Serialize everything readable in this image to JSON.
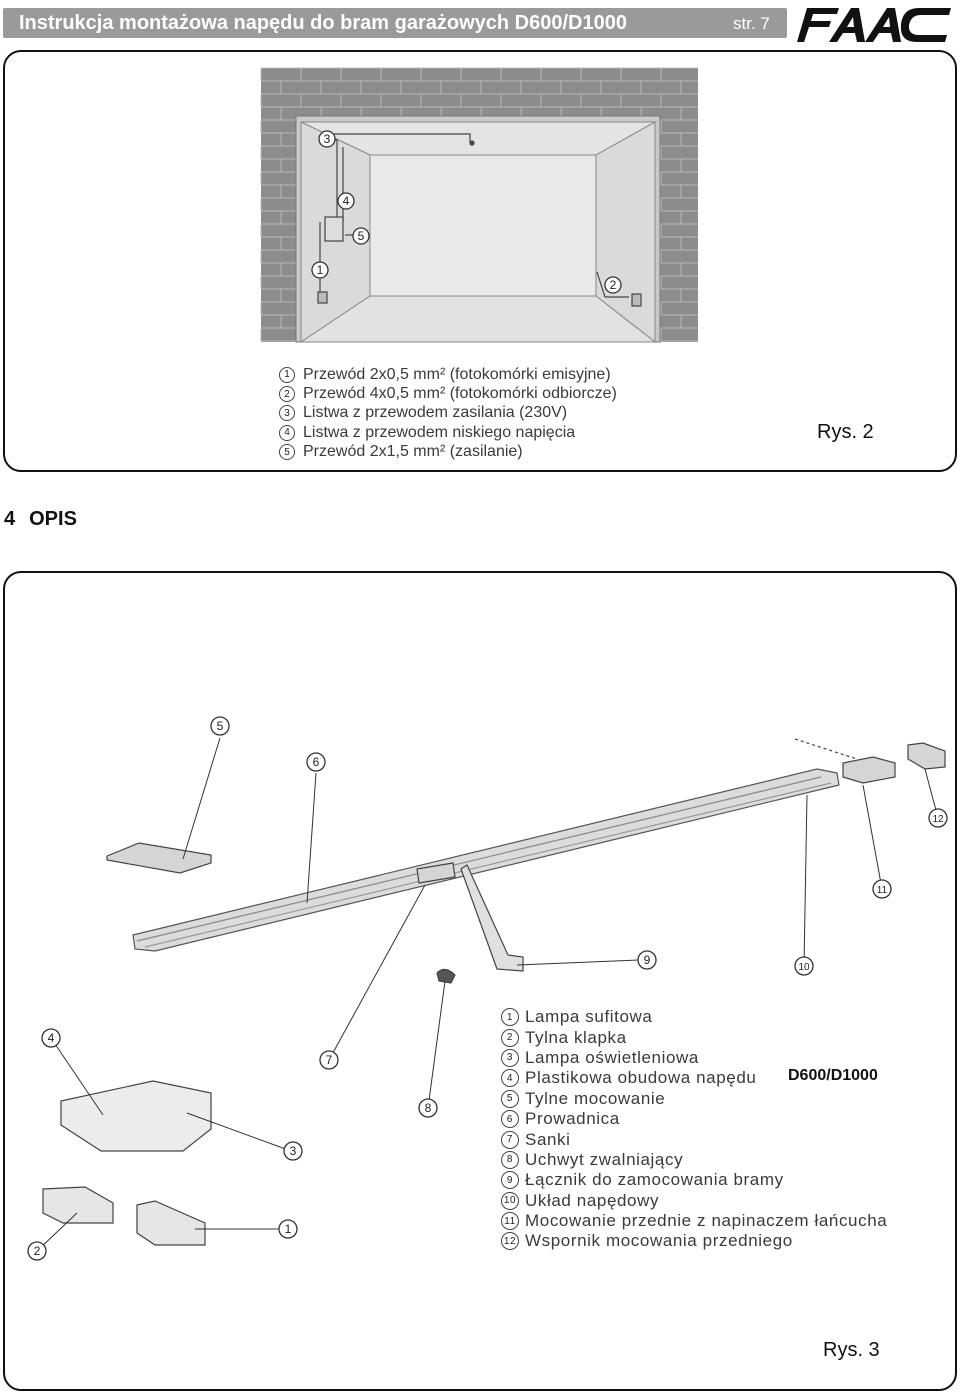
{
  "header": {
    "title": "Instrukcja montażowa napędu do bram garażowych D600/D1000",
    "page": "str. 7",
    "logo_text": "FAAC"
  },
  "figure2": {
    "caption": "Rys. 2",
    "legend": [
      {
        "num": "1",
        "text": "Przewód 2x0,5 mm² (fotokomórki emisyjne)"
      },
      {
        "num": "2",
        "text": "Przewód 4x0,5 mm² (fotokomórki odbiorcze)"
      },
      {
        "num": "3",
        "text": "Listwa z przewodem zasilania (230V)"
      },
      {
        "num": "4",
        "text": "Listwa z przewodem niskiego napięcia"
      },
      {
        "num": "5",
        "text": "Przewód 2x1,5 mm² (zasilanie)"
      }
    ],
    "callouts": [
      "3",
      "4",
      "5",
      "1",
      "2"
    ]
  },
  "section": {
    "number": "4",
    "title": "OPIS"
  },
  "figure3": {
    "caption": "Rys. 3",
    "model": "D600/D1000",
    "legend": [
      {
        "num": "1",
        "text": "Lampa sufitowa"
      },
      {
        "num": "2",
        "text": "Tylna klapka"
      },
      {
        "num": "3",
        "text": "Lampa oświetleniowa"
      },
      {
        "num": "4",
        "text": "Plastikowa obudowa napędu"
      },
      {
        "num": "5",
        "text": "Tylne mocowanie"
      },
      {
        "num": "6",
        "text": "Prowadnica"
      },
      {
        "num": "7",
        "text": "Sanki"
      },
      {
        "num": "8",
        "text": "Uchwyt zwalniający"
      },
      {
        "num": "9",
        "text": "Łącznik do zamocowania bramy"
      },
      {
        "num": "10",
        "text": "Układ napędowy"
      },
      {
        "num": "11",
        "text": "Mocowanie przednie z napinaczem łańcucha"
      },
      {
        "num": "12",
        "text": "Wspornik mocowania przedniego"
      }
    ],
    "callouts": [
      "5",
      "6",
      "12",
      "11",
      "9",
      "10",
      "4",
      "7",
      "3",
      "8",
      "1",
      "2"
    ]
  },
  "colors": {
    "header_bg": "#9a9a9a",
    "header_text": "#ffffff",
    "line": "#333333"
  }
}
